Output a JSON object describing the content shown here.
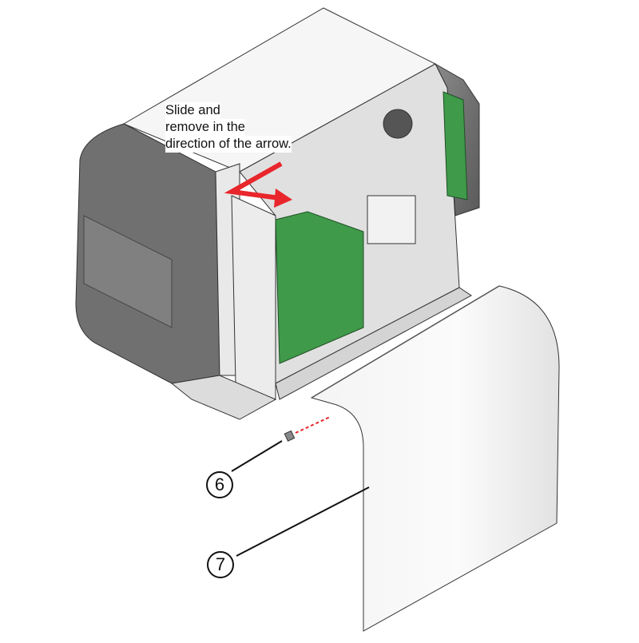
{
  "instruction": {
    "lines": [
      "Slide and",
      "remove in the",
      "direction of the arrow."
    ]
  },
  "callouts": [
    {
      "number": "6",
      "part": "screw"
    },
    {
      "number": "7",
      "part": "cover"
    }
  ],
  "colors": {
    "arrow": "#e8262b",
    "board": "#3f9a4a",
    "housing_dark": "#6e6e6e",
    "metal": "#eeeeee",
    "leader": "#111111",
    "dashed_line": "#e8262b"
  }
}
